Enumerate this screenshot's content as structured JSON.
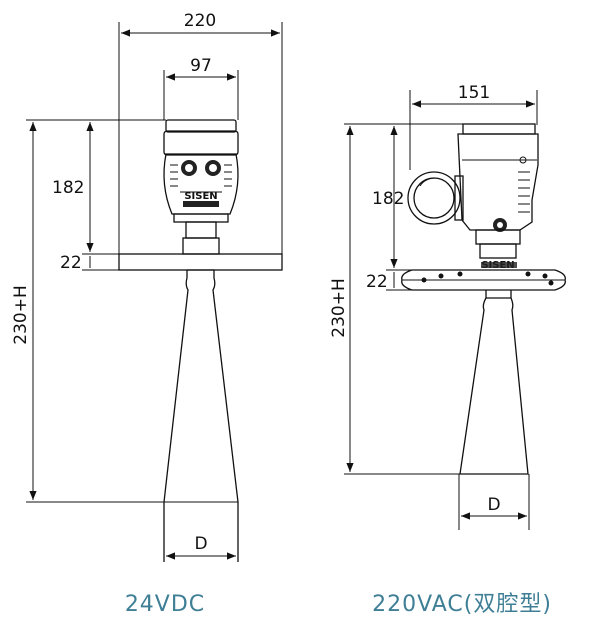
{
  "left_model": {
    "caption": "24VDC",
    "dims": {
      "width_total": "220",
      "width_head": "97",
      "height_head": "182",
      "height_flange": "22",
      "height_total": "230+H",
      "diameter": "D"
    },
    "brand": "SISEN"
  },
  "right_model": {
    "caption": "220VAC(双腔型)",
    "dims": {
      "width_head": "151",
      "height_head": "182",
      "height_flange": "22",
      "height_total": "230+H",
      "diameter": "D"
    },
    "brand": "SISEN"
  },
  "colors": {
    "caption": "#3f7f96",
    "line": "#111111"
  }
}
